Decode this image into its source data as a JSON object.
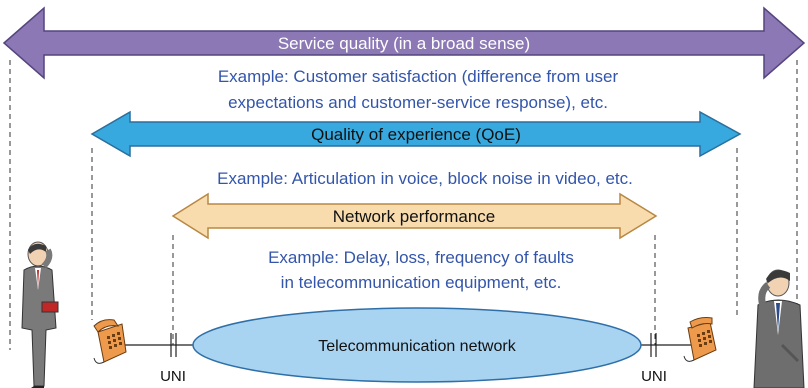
{
  "arrows": {
    "service_quality": {
      "label": "Service quality (in a broad sense)",
      "fill": "#8b78b5",
      "stroke": "#54457f",
      "text_color": "#ffffff"
    },
    "qoe": {
      "label": "Quality of experience (QoE)",
      "fill": "#38a9de",
      "stroke": "#2a6f9d",
      "text_color": "#111111"
    },
    "network_performance": {
      "label": "Network performance",
      "fill": "#f8dcae",
      "stroke": "#b88843",
      "text_color": "#111111"
    }
  },
  "examples": {
    "service_line1": "Example: Customer satisfaction (difference from user",
    "service_line2": "expectations and customer-service response), etc.",
    "qoe_line1": "Example: Articulation in voice, block noise in video, etc.",
    "network_line1": "Example: Delay, loss, frequency of faults",
    "network_line2": "in telecommunication equipment, etc.",
    "color": "#3355aa"
  },
  "network": {
    "label": "Telecommunication network",
    "fill": "#a9d4f1",
    "stroke": "#2f6fa8"
  },
  "interfaces": {
    "left": "UNI",
    "right": "UNI"
  },
  "icons": {
    "left_person": "person-on-phone-icon",
    "right_person": "person-on-phone-icon",
    "left_phone": "telephone-icon",
    "right_phone": "telephone-icon",
    "phone_color": "#ee9a4c"
  }
}
